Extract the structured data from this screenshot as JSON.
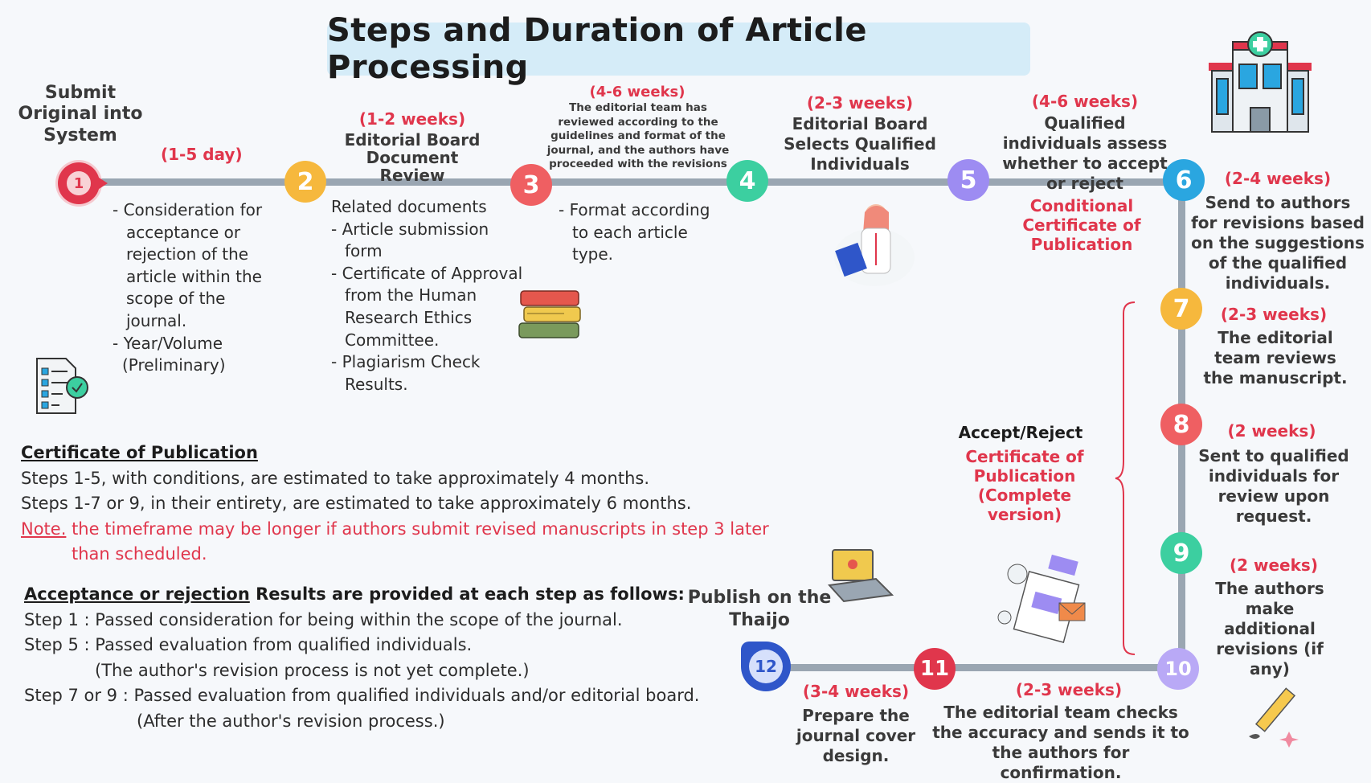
{
  "title": "Steps and Duration of Article Processing",
  "colors": {
    "red": "#e0364c",
    "yellow": "#f6b83d",
    "teal": "#3ccfa0",
    "purple": "#9d8cf2",
    "blue": "#2aa6e0",
    "navy": "#2f56c9",
    "line": "#9aa6b2",
    "title_bg": "#d5ecf8"
  },
  "steps": [
    {
      "n": "1",
      "label": "Submit Original into System",
      "duration": "(1-5 day)"
    },
    {
      "n": "2",
      "label": "Editorial Board Document Review",
      "duration": "(1-2 weeks)"
    },
    {
      "n": "3",
      "label": "The editorial team has reviewed according to the guidelines and format of the journal, and the authors have proceeded with the revisions",
      "duration": "(4-6 weeks)"
    },
    {
      "n": "4",
      "label": "Editorial Board Selects Qualified Individuals",
      "duration": "(2-3 weeks)"
    },
    {
      "n": "5",
      "label": "Qualified individuals assess whether to accept or reject",
      "duration": "(4-6 weeks)",
      "note": "Conditional Certificate of Publication"
    },
    {
      "n": "6",
      "label": "Send to authors for revisions based on the suggestions of the qualified individuals.",
      "duration": "(2-4 weeks)"
    },
    {
      "n": "7",
      "label": "The editorial team reviews the manuscript.",
      "duration": "(2-3 weeks)"
    },
    {
      "n": "8",
      "label": "Sent to qualified individuals for review upon request.",
      "duration": "(2 weeks)"
    },
    {
      "n": "9",
      "label": "The authors make additional revisions (if any)",
      "duration": "(2 weeks)"
    },
    {
      "n": "10",
      "label": "The editorial team checks the accuracy and sends it to the authors for confirmation.",
      "duration": "(2-3 weeks)"
    },
    {
      "n": "11",
      "label": "Prepare the journal cover design.",
      "duration": "(3-4 weeks)"
    },
    {
      "n": "12",
      "label": "Publish on the Thaijo"
    }
  ],
  "details": {
    "step1": [
      "- Consideration for",
      "acceptance or",
      "rejection of the",
      "article within the",
      "scope of the",
      "journal.",
      "- Year/Volume",
      "(Preliminary)"
    ],
    "step2": [
      "Related documents",
      "- Article submission",
      "form",
      "- Certificate of  Approval",
      "from the Human",
      "Research Ethics",
      "Committee.",
      "- Plagiarism Check",
      "Results."
    ],
    "step3": [
      "- Format according",
      "to each article",
      "type."
    ]
  },
  "bracket": {
    "heading": "Accept/Reject",
    "text": "Certificate of Publication (Complete version)"
  },
  "certificate": {
    "heading": "Certificate of Publication",
    "lines": [
      "Steps 1-5, with conditions, are estimated to take approximately 4 months.",
      "Steps 1-7 or 9, in their entirety, are estimated to take approximately 6 months."
    ],
    "note_label": "Note.",
    "note_text": "the timeframe may be longer if authors submit revised manuscripts in step 3 later",
    "note_text2": "than scheduled."
  },
  "results": {
    "heading_underlined": "Acceptance or rejection",
    "heading_rest": "Results are provided at each step as follows:",
    "lines": [
      "Step 1  : Passed consideration for being within the scope of the journal.",
      "Step 5 : Passed evaluation from qualified individuals.",
      "(The author's revision process is not yet complete.)",
      "Step 7 or 9 : Passed evaluation from qualified individuals and/or editorial board.",
      "(After the author's revision process.)"
    ]
  },
  "icons": [
    "hospital-icon",
    "checklist-icon",
    "books-icon",
    "doctor-icon",
    "laptop-icon",
    "documents-icon",
    "pencil-icon"
  ]
}
